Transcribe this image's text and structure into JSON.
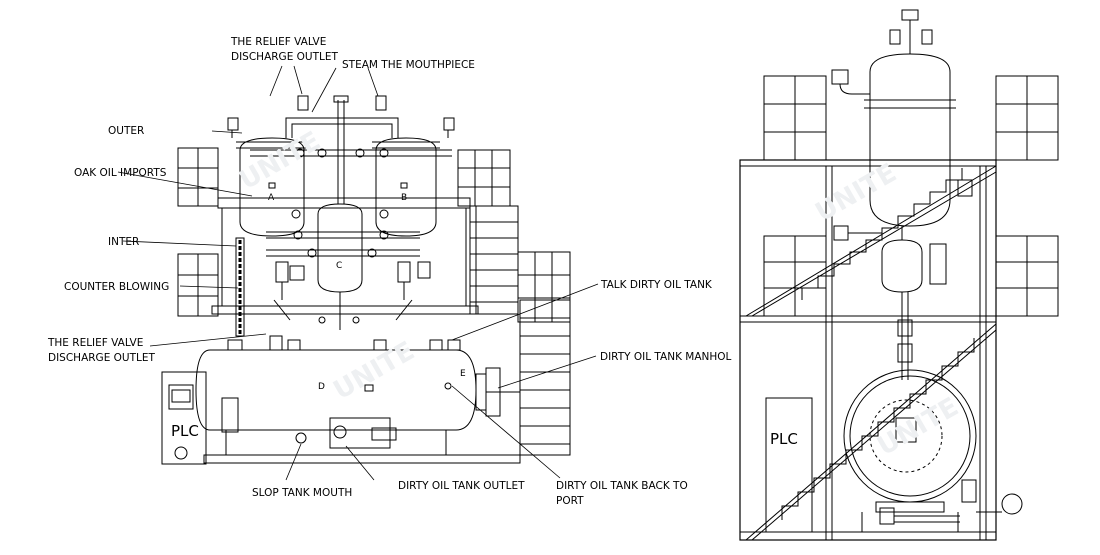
{
  "callouts": {
    "relief_valve_top_1": "THE RELIEF VALVE",
    "relief_valve_top_2": "DISCHARGE OUTLET",
    "steam_mouthpiece": "STEAM THE MOUTHPIECE",
    "outer": "OUTER",
    "oak_oil_imports": "OAK OIL IMPORTS",
    "inter": "INTER",
    "counter_blowing": "COUNTER BLOWING",
    "relief_valve_bottom_1": "THE RELIEF VALVE",
    "relief_valve_bottom_2": "DISCHARGE OUTLET",
    "talk_dirty_oil_tank": "TALK DIRTY OIL TANK",
    "dirty_oil_tank_manhol": "DIRTY OIL TANK MANHOL",
    "slop_tank_mouth": "SLOP TANK MOUTH",
    "dirty_oil_tank_outlet": "DIRTY OIL TANK OUTLET",
    "dirty_oil_tank_back_1": "DIRTY OIL TANK BACK TO",
    "dirty_oil_tank_back_2": "PORT"
  },
  "vessel_labels": {
    "a": "A",
    "b": "B",
    "c": "C",
    "d": "D",
    "e": "E"
  },
  "plc_label_front": "PLC",
  "plc_label_side": "PLC",
  "watermark": "UNITE"
}
